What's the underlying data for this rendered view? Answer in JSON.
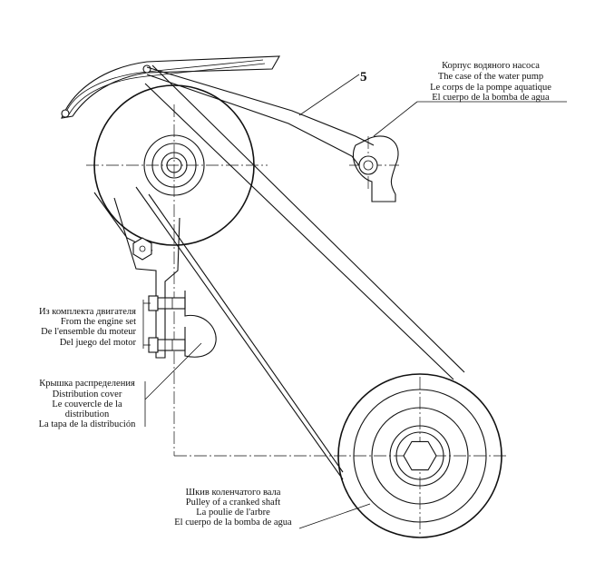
{
  "part_number": "5",
  "labels": {
    "water_pump_case": [
      "Корпус водяного насоса",
      "The case of the water pump",
      "Le corps de la pompe aquatique",
      "El cuerpo de la bomba de agua"
    ],
    "engine_set": [
      "Из комплекта двигателя",
      "From the engine set",
      "De l'ensemble du moteur",
      "Del juego del motor"
    ],
    "distribution_cover": [
      "Крышка распределения",
      "Distribution cover",
      "Le couvercle de la",
      "distribution",
      "La tapa de la distribución"
    ],
    "crankshaft_pulley": [
      "Шкив коленчатого вала",
      "Pulley of a cranked shaft",
      "La poulie de l'arbre",
      "El cuerpo de la bomba de agua"
    ]
  }
}
